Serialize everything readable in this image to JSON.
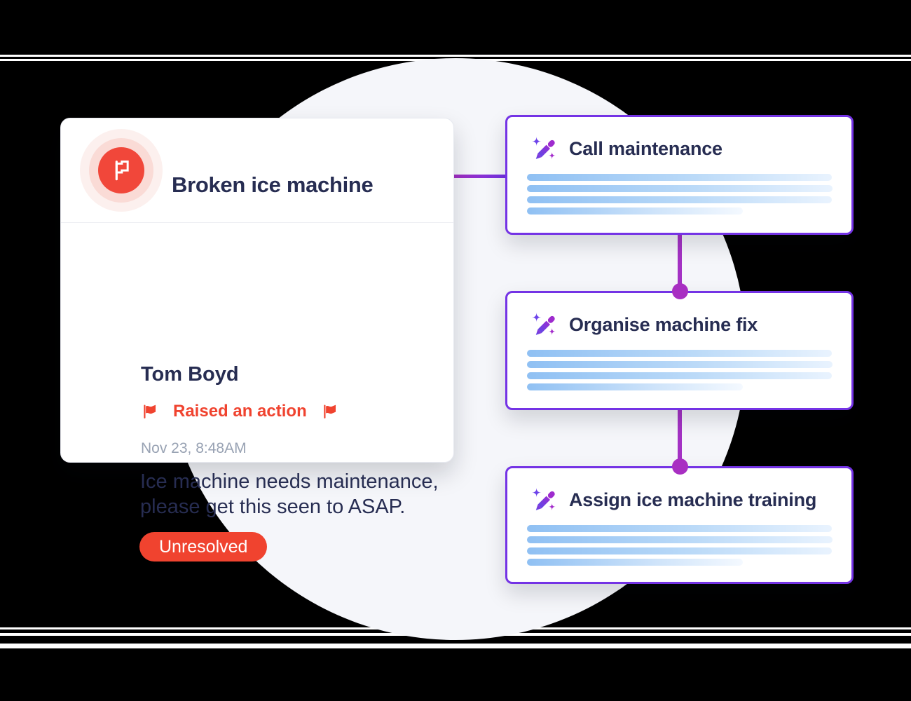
{
  "incident": {
    "title": "Broken ice machine",
    "author": "Tom Boyd",
    "activity": "Raised an action",
    "timestamp": "Nov 23, 8:48AM",
    "message": "Ice machine needs maintenance, please get this seen to ASAP.",
    "status": "Unresolved"
  },
  "actions": [
    {
      "title": "Call maintenance"
    },
    {
      "title": "Organise machine fix"
    },
    {
      "title": "Assign ice machine training"
    }
  ],
  "icons": {
    "incident_avatar": "flag-icon",
    "activity": "flag-icon",
    "action_card": "magic-wand-icon"
  },
  "colors": {
    "accent_red": "#F0432F",
    "avatar_red": "#F1473A",
    "text_navy": "#272D52",
    "muted_gray": "#98A2B3",
    "action_border_violet": "#7433E5",
    "connector_magenta": "#A432C4",
    "skeleton_blue": "#8FC0F3",
    "background_black": "#000000",
    "circle_fill": "#F5F6FA"
  }
}
